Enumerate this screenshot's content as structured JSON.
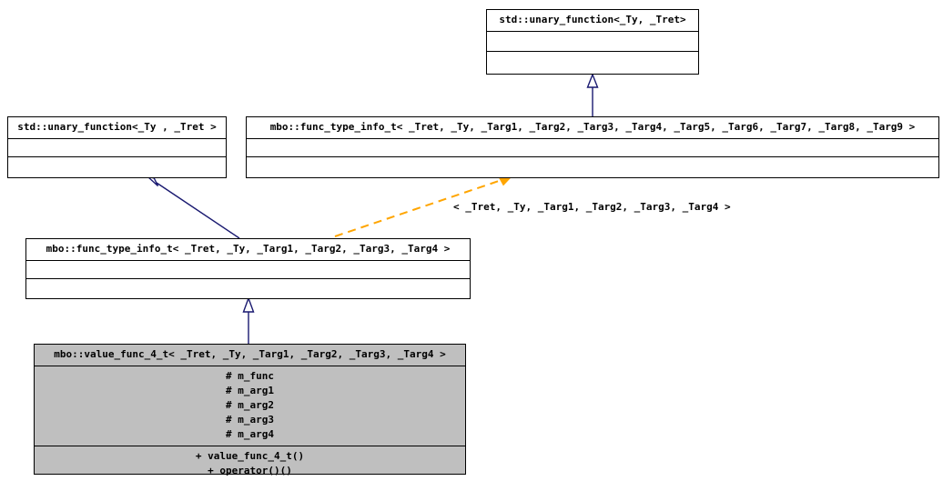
{
  "diagram": {
    "type": "uml-class-inheritance",
    "title": "",
    "background": "#ffffff",
    "colors": {
      "box_border": "#000000",
      "box_fill": "#ffffff",
      "highlight_fill": "#bfbfbf",
      "inheritance_edge": "#191970",
      "template_edge": "#ffa500",
      "text": "#000000"
    },
    "classes": [
      {
        "id": "std-unary-function-top",
        "name": "std::unary_function<_Ty, _Tret>",
        "highlighted": false,
        "attributes": [],
        "operations": []
      },
      {
        "id": "std-unary-function-left",
        "name": "std::unary_function<_Ty , _Tret >",
        "highlighted": false,
        "attributes": [],
        "operations": []
      },
      {
        "id": "mbo-func-type-info-t-9",
        "name": "mbo::func_type_info_t< _Tret, _Ty, _Targ1, _Targ2, _Targ3, _Targ4, _Targ5, _Targ6, _Targ7, _Targ8, _Targ9 >",
        "highlighted": false,
        "attributes": [],
        "operations": []
      },
      {
        "id": "mbo-func-type-info-t-4",
        "name": "mbo::func_type_info_t< _Tret, _Ty, _Targ1, _Targ2, _Targ3, _Targ4 >",
        "highlighted": false,
        "attributes": [],
        "operations": []
      },
      {
        "id": "mbo-value-func-4-t",
        "name": "mbo::value_func_4_t< _Tret, _Ty, _Targ1, _Targ2, _Targ3, _Targ4 >",
        "highlighted": true,
        "attributes": [
          "# m_func",
          "# m_arg1",
          "# m_arg2",
          "# m_arg3",
          "# m_arg4"
        ],
        "operations": [
          "+ value_func_4_t()",
          "+ operator()()"
        ]
      }
    ],
    "edges": [
      {
        "id": "edge-inherit-9-from-std-top",
        "kind": "inheritance",
        "from": "mbo-func-type-info-t-9",
        "to": "std-unary-function-top",
        "style": "solid",
        "color": "#191970",
        "label": ""
      },
      {
        "id": "edge-inherit-4-from-std-left",
        "kind": "inheritance",
        "from": "mbo-func-type-info-t-4",
        "to": "std-unary-function-left",
        "style": "solid",
        "color": "#191970",
        "label": ""
      },
      {
        "id": "edge-template-binding",
        "kind": "template-instantiation",
        "from": "mbo-func-type-info-t-4",
        "to": "mbo-func-type-info-t-9",
        "style": "dashed",
        "color": "#ffa500",
        "label": "< _Tret, _Ty, _Targ1, _Targ2, _Targ3, _Targ4 >"
      },
      {
        "id": "edge-inherit-value-from-4",
        "kind": "inheritance",
        "from": "mbo-value-func-4-t",
        "to": "mbo-func-type-info-t-4",
        "style": "solid",
        "color": "#191970",
        "label": ""
      }
    ]
  }
}
